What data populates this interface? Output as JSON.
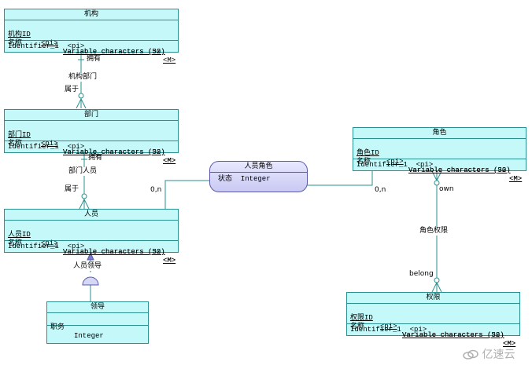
{
  "entities": {
    "jigou": {
      "title": "机构",
      "attributes": [
        {
          "name": "机构ID",
          "key": "<pi>",
          "type": "Variable characters (32)",
          "mandatory": "<M>"
        },
        {
          "name": "名称",
          "key": "",
          "type": "Variable characters (50)",
          "mandatory": ""
        }
      ],
      "identifier": "Identifier_1  <pi>"
    },
    "bumen": {
      "title": "部门",
      "attributes": [
        {
          "name": "部门ID",
          "key": "<pi>",
          "type": "Variable characters (32)",
          "mandatory": "<M>"
        },
        {
          "name": "名称",
          "key": "",
          "type": "Variable characters (50)",
          "mandatory": "<M>"
        }
      ],
      "identifier": "Identifier_1  <pi>"
    },
    "renyuan": {
      "title": "人员",
      "attributes": [
        {
          "name": "人员ID",
          "key": "<pi>",
          "type": "Variable characters (32)",
          "mandatory": "<M>"
        },
        {
          "name": "名称",
          "key": "",
          "type": "Variable characters (50)",
          "mandatory": "<M>"
        }
      ],
      "identifier": "Identifier_1  <pi>"
    },
    "lingdao": {
      "title": "领导",
      "attributes": [
        {
          "name": "职务",
          "key": "",
          "type": "Integer",
          "mandatory": ""
        }
      ],
      "identifier": ""
    },
    "juese": {
      "title": "角色",
      "attributes": [
        {
          "name": "角色ID",
          "key": "<pi>",
          "type": "Variable characters (32)",
          "mandatory": "<M>"
        },
        {
          "name": "名称",
          "key": "",
          "type": "Variable characters (50)",
          "mandatory": "<M>"
        }
      ],
      "identifier": "Identifier_1  <pi>"
    },
    "quanxian": {
      "title": "权限",
      "attributes": [
        {
          "name": "权限ID",
          "key": "<pi>",
          "type": "Variable characters (32)",
          "mandatory": "<M>"
        },
        {
          "name": "名称",
          "key": "",
          "type": "Variable characters (50)",
          "mandatory": "<M>"
        }
      ],
      "identifier": "Identifier_1  <pi>"
    }
  },
  "association": {
    "title": "人员角色",
    "attribute": "状态  Integer"
  },
  "labels": {
    "has1": "拥有",
    "rel1": "机构部门",
    "belong1": "属于",
    "has2": "拥有",
    "rel2": "部门人员",
    "belong2": "属于",
    "rel3": "人员领导",
    "card_left": "0,n",
    "card_right": "0,n",
    "own": "own",
    "rel4": "角色权限",
    "belong3": "belong"
  },
  "watermark": "亿速云",
  "colors": {
    "entity_fill": "#c5f9f9",
    "entity_border": "#2a8f8f",
    "association_fill": "#d6d6f7",
    "association_border": "#5a5aa8",
    "inheritance": "#7b7bd0"
  }
}
